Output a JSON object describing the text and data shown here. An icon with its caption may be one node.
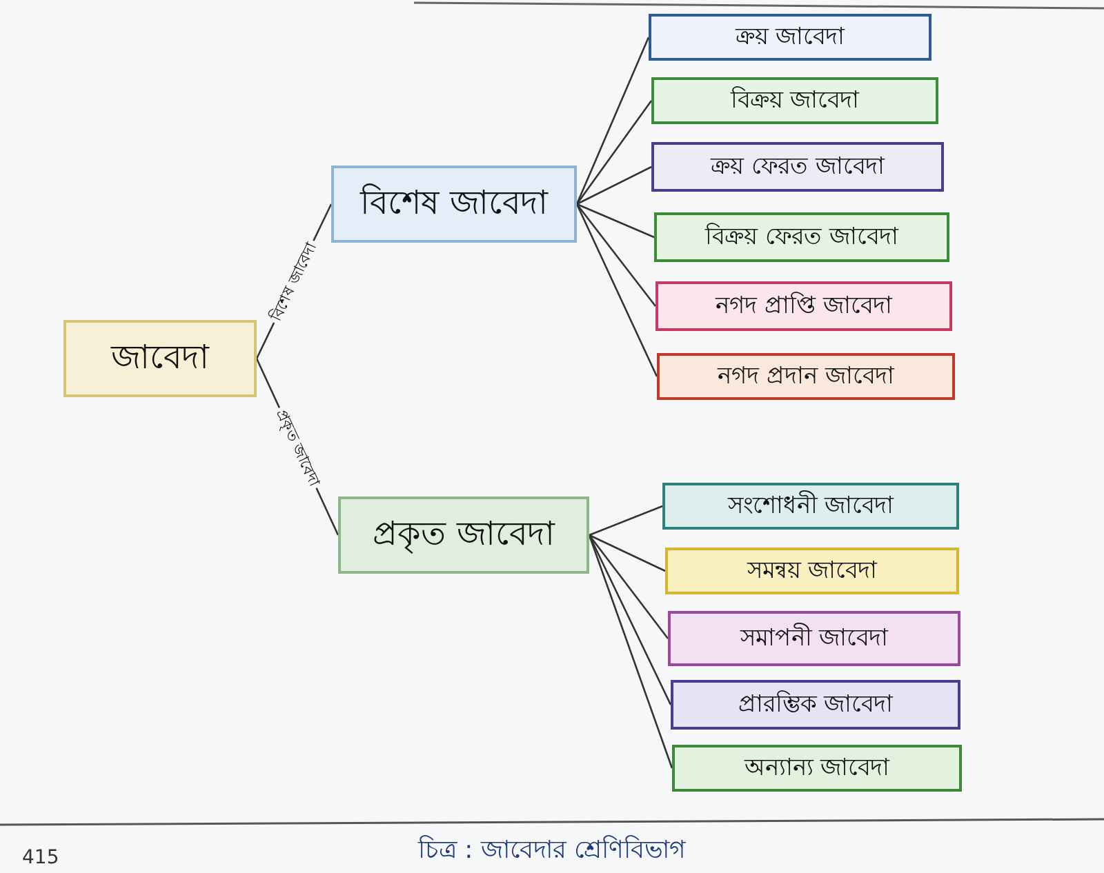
{
  "diagram": {
    "caption": "চিত্র : জাবেদার শ্রেণিবিভাগ",
    "nodes": [
      {
        "text": [
          "জাবেদা"
        ]
      },
      {
        "text": [
          "বিশেষ জাবেদা"
        ]
      },
      {
        "text": [
          "প্রকৃত জাবেদা"
        ]
      },
      {
        "text": [
          "ক্রয় জাবেদা"
        ]
      },
      {
        "text": [
          "বিক্রয় জাবেদা"
        ]
      },
      {
        "text": [
          "ক্রয় ফেরত জাবেদা"
        ]
      },
      {
        "text": [
          "বিক্রয় ফেরত জাবেদা"
        ]
      },
      {
        "text": [
          "নগদ প্রাপ্তি জাবেদা"
        ]
      },
      {
        "text": [
          "নগদ প্রদান জাবেদা"
        ]
      },
      {
        "text": [
          "সংশোধনী জাবেদা"
        ]
      },
      {
        "text": [
          "সমন্বয় জাবেদা"
        ]
      },
      {
        "text": [
          "সমাপনী জাবেদা"
        ]
      },
      {
        "text": [
          "প্রারম্ভিক জাবেদা"
        ]
      },
      {
        "text": [
          "অন্যান্য জাবেদা"
        ]
      }
    ],
    "edges": [
      {
        "from": 0,
        "to": 1,
        "arrow": "none",
        "label": "বিশেষ জাবেদা"
      },
      {
        "from": 0,
        "to": 2,
        "arrow": "none",
        "label": "প্রকৃত জাবেদা"
      },
      {
        "from": 1,
        "to": 3,
        "arrow": "none"
      },
      {
        "from": 1,
        "to": 4,
        "arrow": "none"
      },
      {
        "from": 1,
        "to": 5,
        "arrow": "none"
      },
      {
        "from": 1,
        "to": 6,
        "arrow": "none"
      },
      {
        "from": 1,
        "to": 7,
        "arrow": "none"
      },
      {
        "from": 1,
        "to": 8,
        "arrow": "none"
      },
      {
        "from": 2,
        "to": 9,
        "arrow": "none"
      },
      {
        "from": 2,
        "to": 10,
        "arrow": "none"
      },
      {
        "from": 2,
        "to": 11,
        "arrow": "none"
      },
      {
        "from": 2,
        "to": 12,
        "arrow": "none"
      },
      {
        "from": 2,
        "to": 13,
        "arrow": "none"
      }
    ],
    "labels": [
      "415"
    ]
  }
}
